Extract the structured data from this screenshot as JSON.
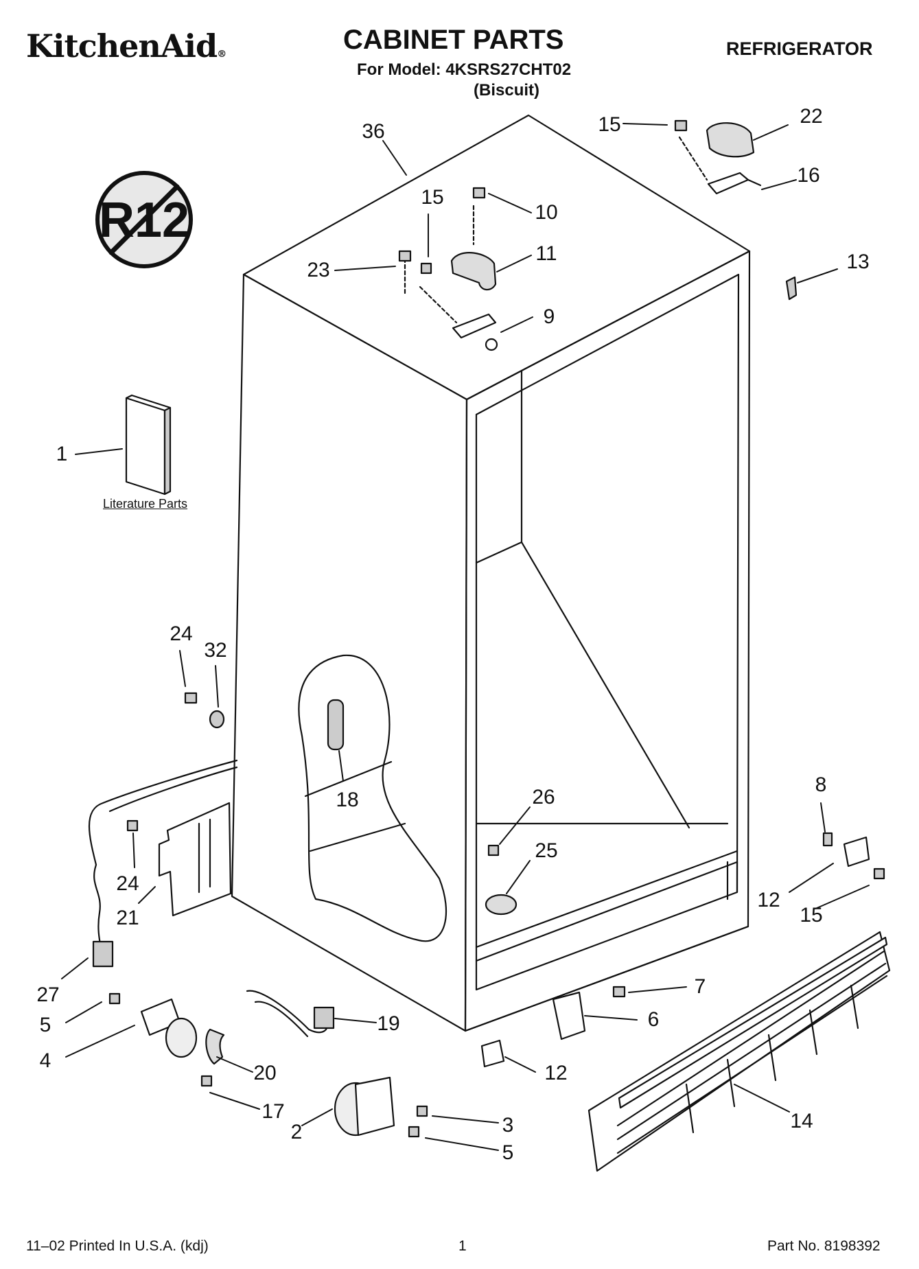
{
  "header": {
    "brand": "KitchenAid",
    "brand_mark": "®",
    "title": "CABINET PARTS",
    "model_line": "For Model: 4KSRS27CHT02",
    "color_line": "(Biscuit)",
    "appliance": "REFRIGERATOR"
  },
  "badge": {
    "text": "R12",
    "icon": "no-r12-prohibition-icon"
  },
  "literature_label": "Literature Parts",
  "callouts": [
    "36",
    "15",
    "22",
    "16",
    "15",
    "10",
    "23",
    "11",
    "13",
    "9",
    "1",
    "24",
    "32",
    "18",
    "24",
    "21",
    "27",
    "26",
    "25",
    "8",
    "12",
    "15",
    "5",
    "4",
    "19",
    "7",
    "6",
    "20",
    "12",
    "17",
    "14",
    "2",
    "3",
    "5"
  ],
  "footer": {
    "printed": "11–02 Printed In U.S.A. (kdj)",
    "page": "1",
    "part_no": "Part No. 8198392"
  }
}
